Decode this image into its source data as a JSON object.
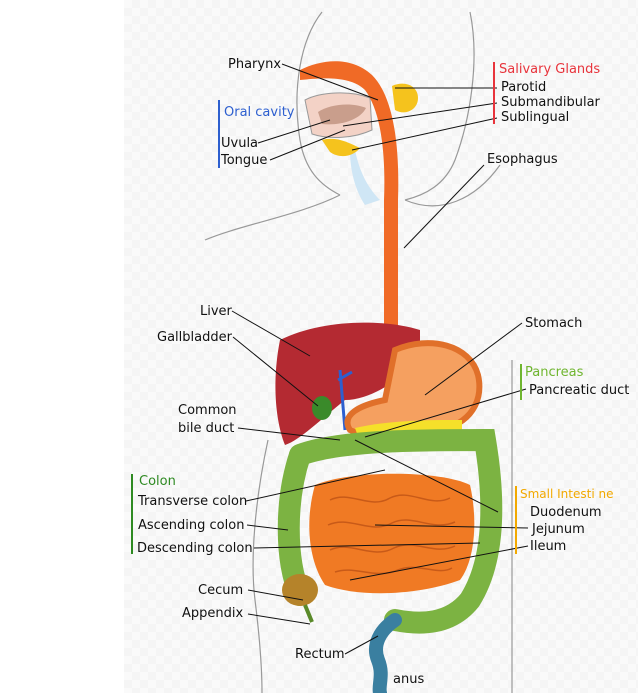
{
  "labels": {
    "pharynx": "Pharynx",
    "oral_cavity": "Oral cavity",
    "uvula": "Uvula",
    "tongue": "Tongue",
    "salivary_glands": "Salivary Glands",
    "parotid": "Parotid",
    "submandibular": "Submandibular",
    "sublingual": "Sublingual",
    "esophagus": "Esophagus",
    "liver": "Liver",
    "gallbladder": "Gallbladder",
    "stomach": "Stomach",
    "pancreas": "Pancreas",
    "pancreatic_duct": "Pancreatic duct",
    "common_bile_duct_1": "Common",
    "common_bile_duct_2": "bile duct",
    "colon": "Colon",
    "transverse_colon": "Transverse colon",
    "ascending_colon": "Ascending colon",
    "descending_colon": "Descending colon",
    "small_intestine": "Small Intesti ne",
    "duodenum": "Duodenum",
    "jejunum": "Jejunum",
    "ileum": "Ileum",
    "cecum": "Cecum",
    "appendix": "Appendix",
    "rectum": "Rectum",
    "anus": "anus"
  },
  "colors": {
    "salivary": "#e8343c",
    "oral": "#2d5fcf",
    "pancreas": "#6fb52f",
    "colon": "#2e8a22",
    "small_intestine": "#f2a900",
    "esophagus": "#f06a26",
    "liver": "#b42a32",
    "intestine": "#f07a24"
  }
}
